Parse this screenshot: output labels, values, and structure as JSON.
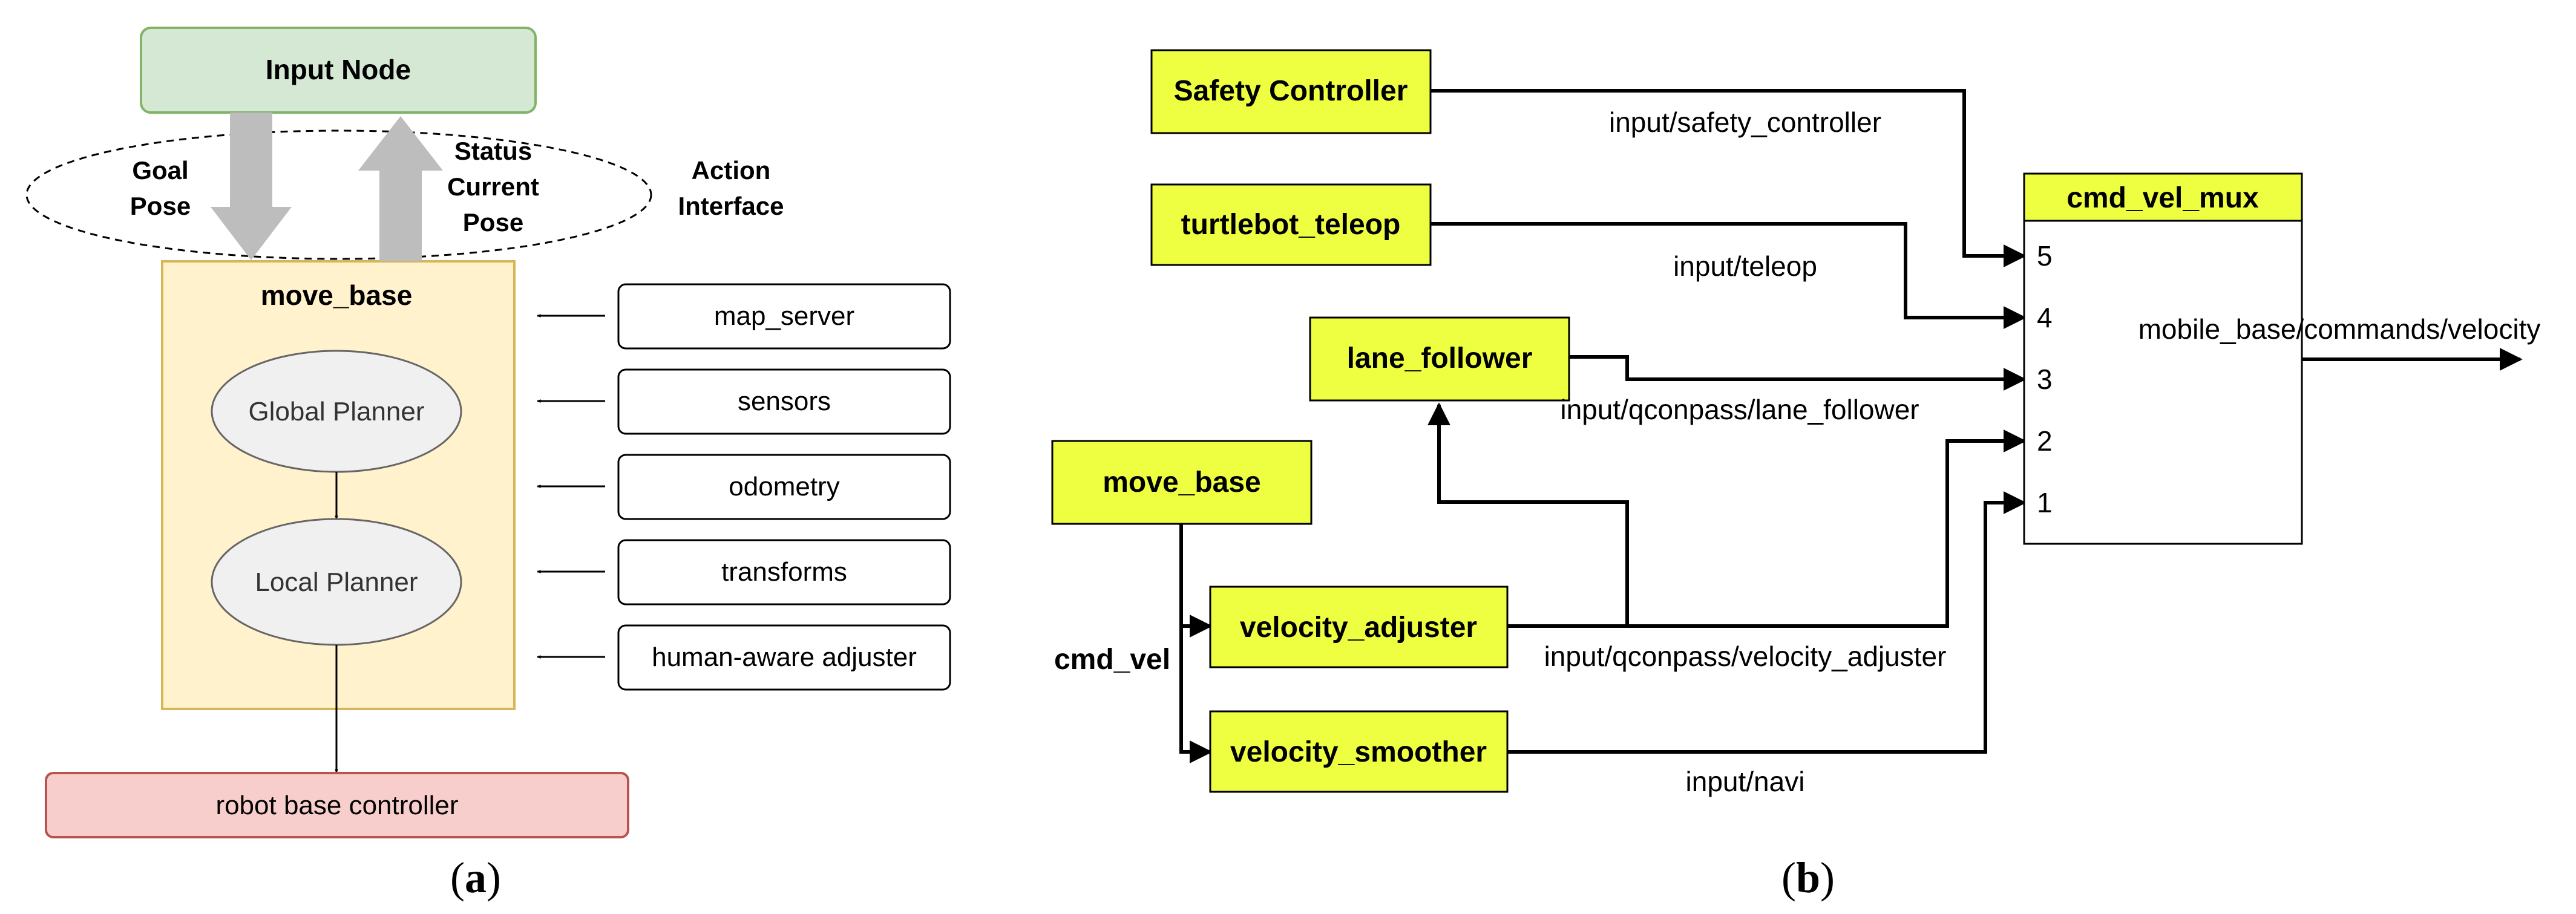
{
  "panel_a": {
    "input_node": "Input Node",
    "goal_pose": [
      "Goal",
      "Pose"
    ],
    "status_pose": [
      "Status",
      "Current",
      "Pose"
    ],
    "action_interface": [
      "Action",
      "Interface"
    ],
    "move_base": "move_base",
    "global_planner": "Global Planner",
    "local_planner": "Local Planner",
    "robot_base_controller": "robot base controller",
    "inputs": [
      "map_server",
      "sensors",
      "odometry",
      "transforms",
      "human-aware adjuster"
    ],
    "caption_open": "(",
    "caption_letter": "a",
    "caption_close": ")"
  },
  "panel_b": {
    "safety_controller": "Safety Controller",
    "turtlebot_teleop": "turtlebot_teleop",
    "lane_follower": "lane_follower",
    "move_base": "move_base",
    "velocity_adjuster": "velocity_adjuster",
    "velocity_smoother": "velocity_smoother",
    "cmd_vel_mux": "cmd_vel_mux",
    "cmd_vel": "cmd_vel",
    "topic_safety": "input/safety_controller",
    "topic_teleop": "input/teleop",
    "topic_lane": "input/qconpass/lane_follower",
    "topic_adjuster": "input/qconpass/velocity_adjuster",
    "topic_navi": "input/navi",
    "output_topic": "mobile_base/commands/velocity",
    "ports": [
      "5",
      "4",
      "3",
      "2",
      "1"
    ],
    "caption_open": "(",
    "caption_letter": "b",
    "caption_close": ")"
  },
  "colors": {
    "input_node_fill": "#d5e8d4",
    "input_node_stroke": "#82b366",
    "move_base_fill": "#fff2cc",
    "move_base_stroke": "#d6b656",
    "planner_fill": "#f0f0f0",
    "robot_fill": "#f8cecc",
    "robot_stroke": "#b85450",
    "node_yellow": "#eeff41",
    "arrow_gray": "#bdbdbd"
  }
}
